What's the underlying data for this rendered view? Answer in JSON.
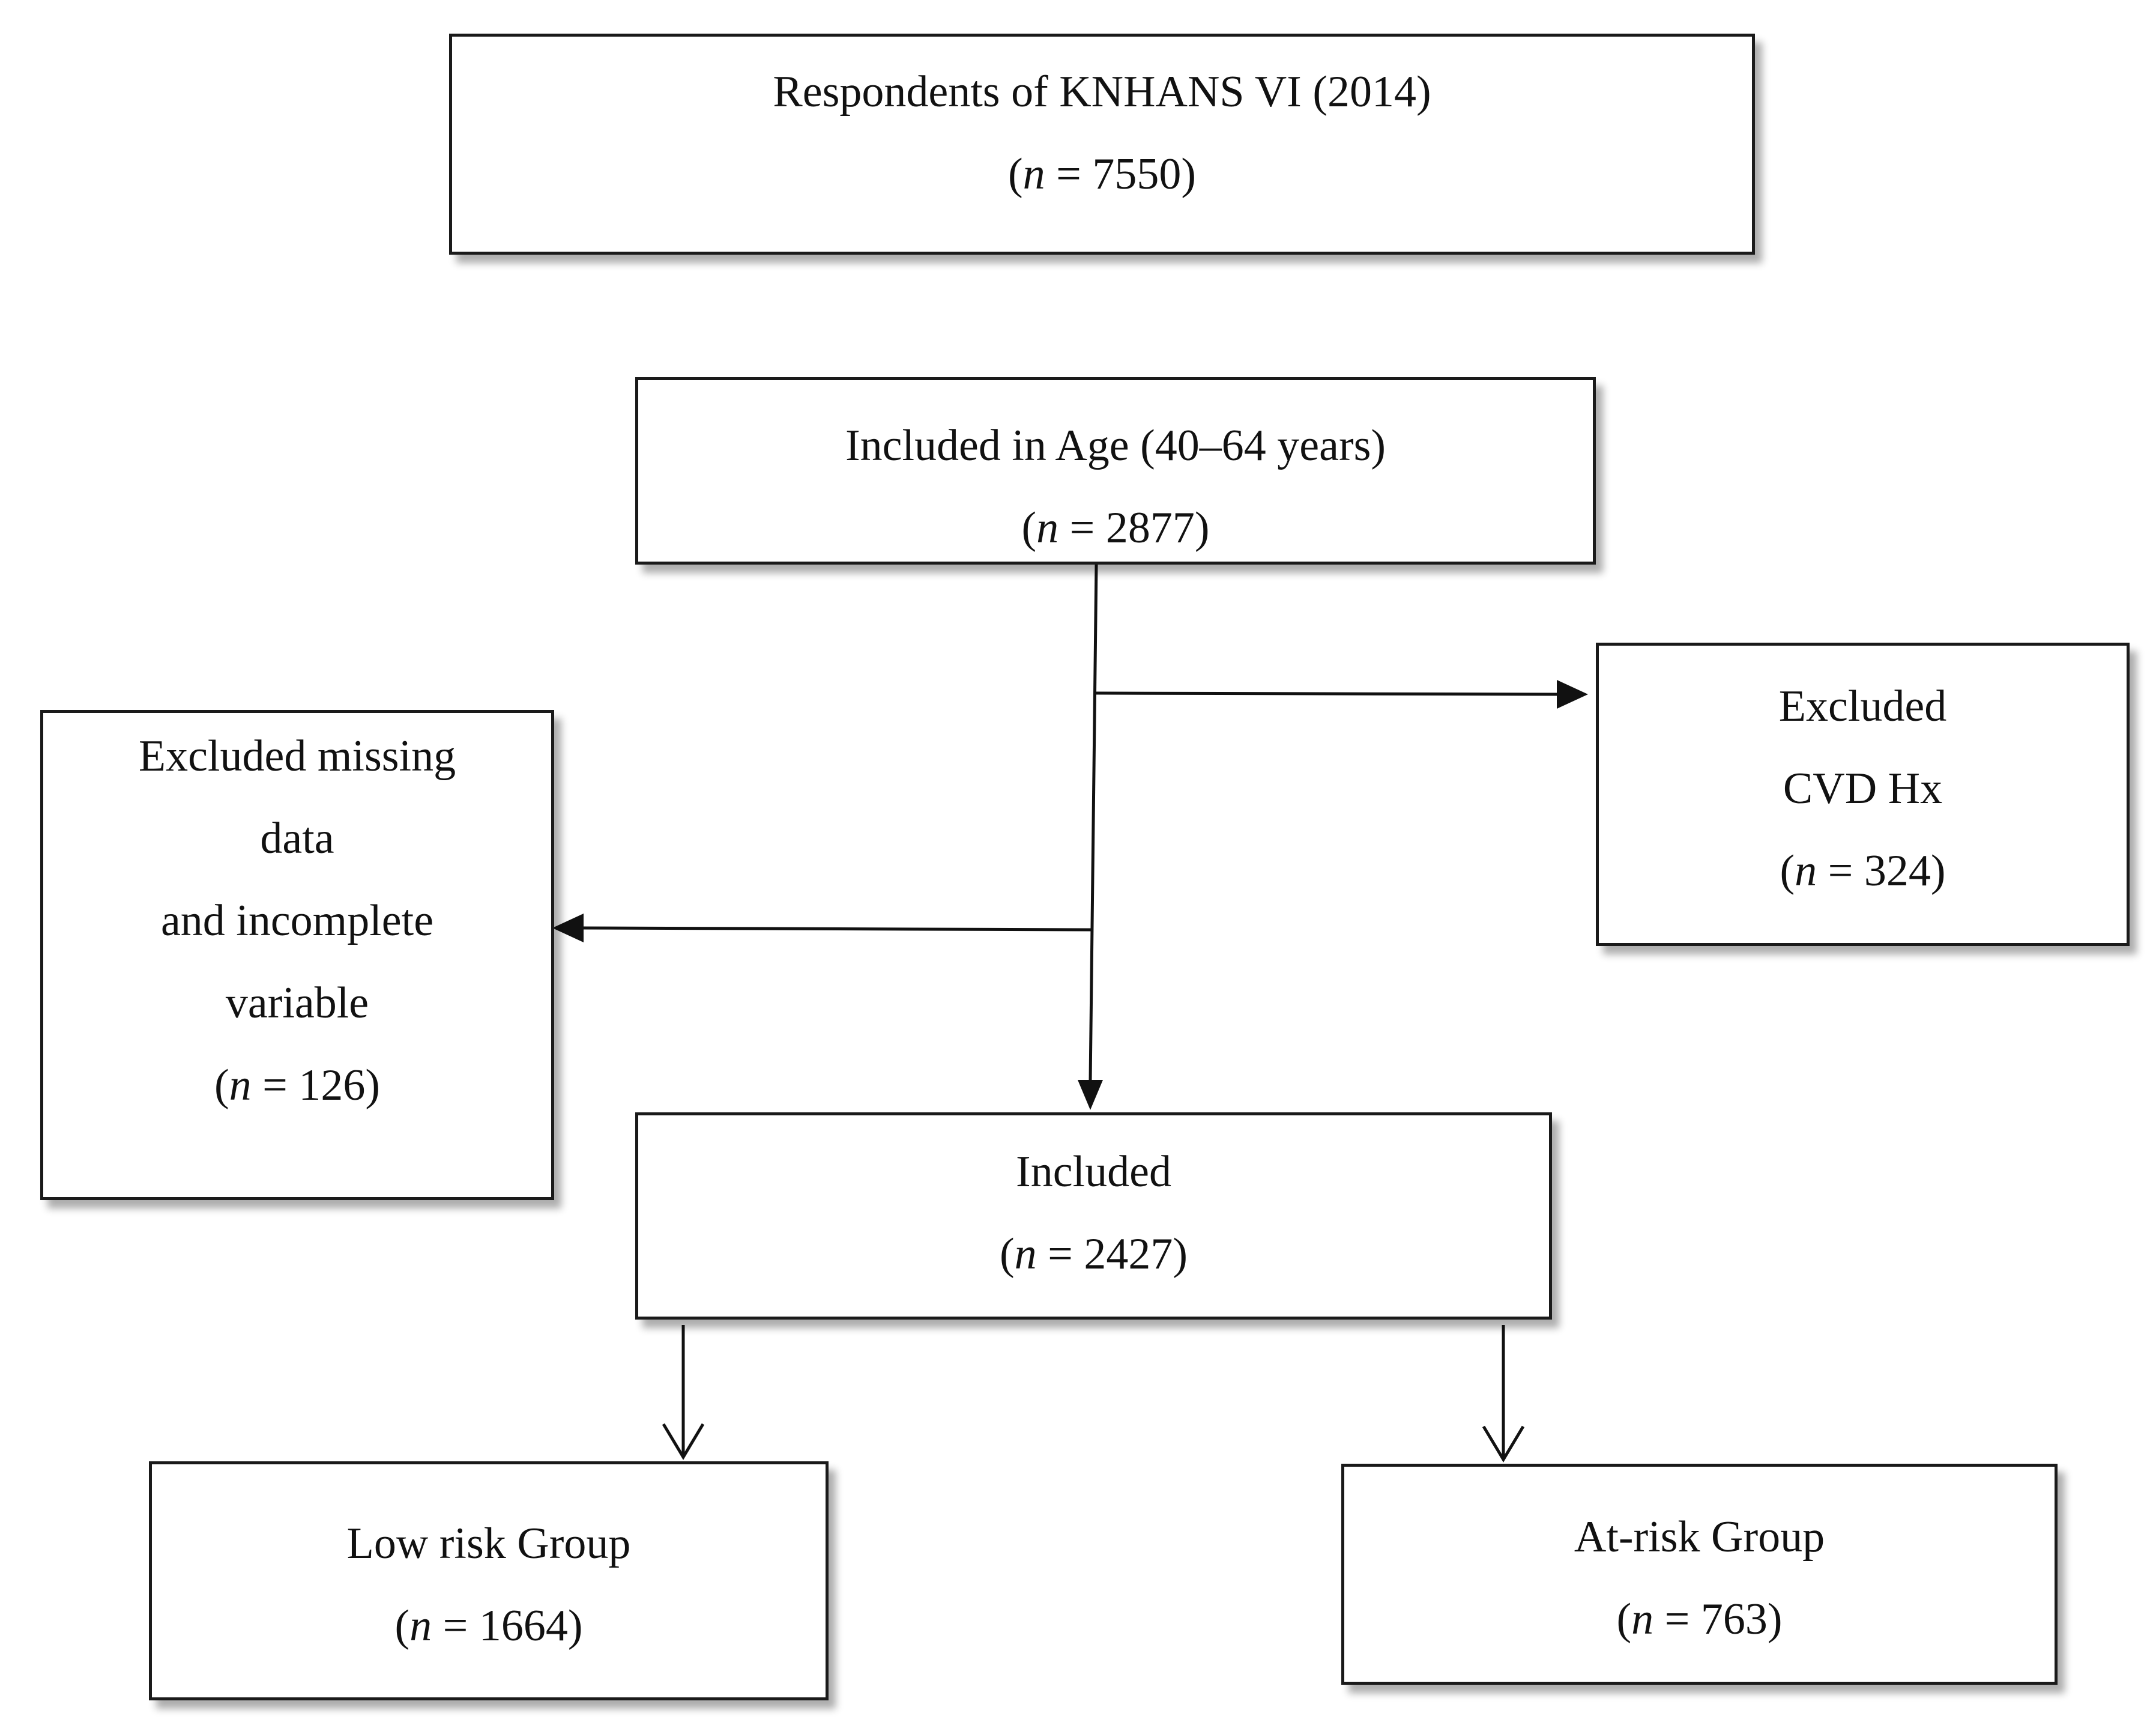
{
  "flowchart": {
    "respondents": {
      "title": "Respondents of KNHANS VI (2014)",
      "n_prefix": "(",
      "n_var": "n",
      "n_suffix": " = 7550)"
    },
    "age_filter": {
      "title": "Included in Age (40–64 years)",
      "n_prefix": "(",
      "n_var": "n",
      "n_suffix": " = 2877)"
    },
    "excluded_cvd": {
      "line1": "Excluded",
      "line2": "CVD Hx",
      "n_prefix": "(",
      "n_var": "n",
      "n_suffix": " = 324)"
    },
    "excluded_missing": {
      "line1": "Excluded missing",
      "line2": "data",
      "line3": "and incomplete",
      "line4": "variable",
      "n_prefix": "(",
      "n_var": "n",
      "n_suffix": " = 126)"
    },
    "included": {
      "title": "Included",
      "n_prefix": "(",
      "n_var": "n",
      "n_suffix": " = 2427)"
    },
    "low_risk": {
      "title": "Low risk Group",
      "n_prefix": "(",
      "n_var": "n",
      "n_suffix": " = 1664)"
    },
    "at_risk": {
      "title": "At-risk Group",
      "n_prefix": "(",
      "n_var": "n",
      "n_suffix": " = 763)"
    }
  },
  "colors": {
    "stroke": "#1a1a1a",
    "text": "#111111",
    "background": "#ffffff"
  }
}
